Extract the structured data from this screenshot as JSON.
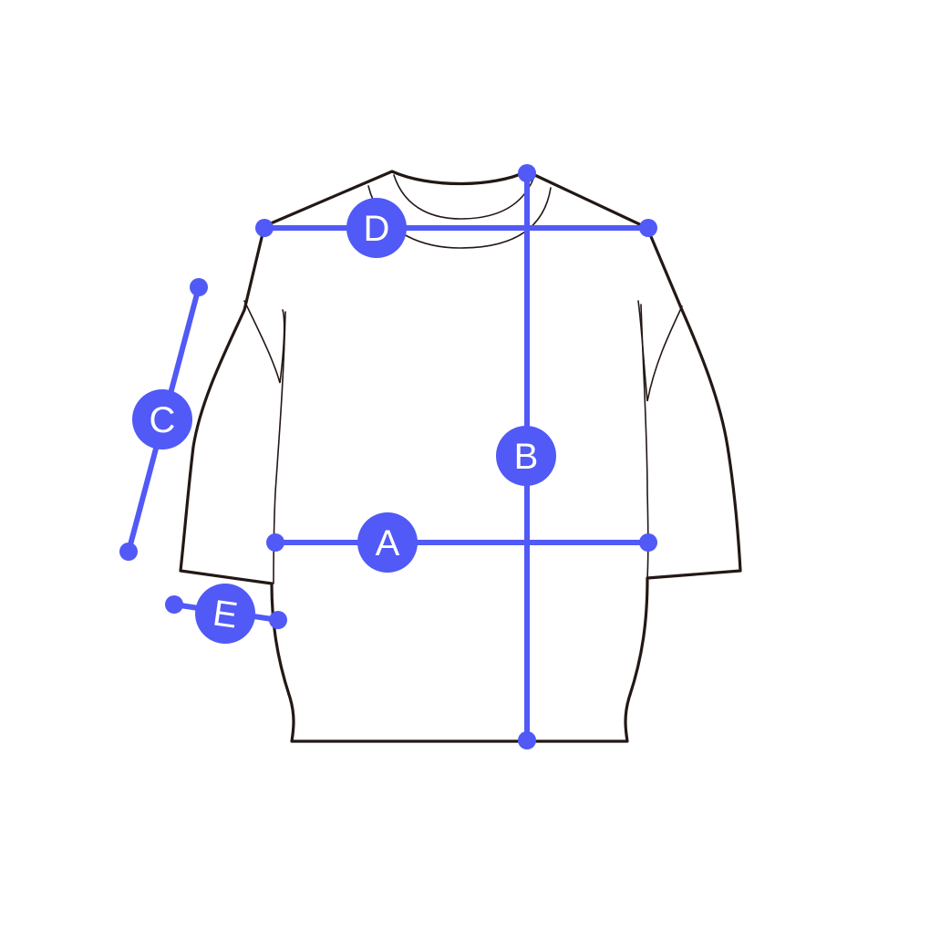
{
  "colors": {
    "marker": "#5159f6",
    "garment_outline": "#231815",
    "background": "#ffffff"
  },
  "measurements": {
    "A": {
      "label": "A"
    },
    "B": {
      "label": "B"
    },
    "C": {
      "label": "C"
    },
    "D": {
      "label": "D"
    },
    "E": {
      "label": "E"
    }
  }
}
